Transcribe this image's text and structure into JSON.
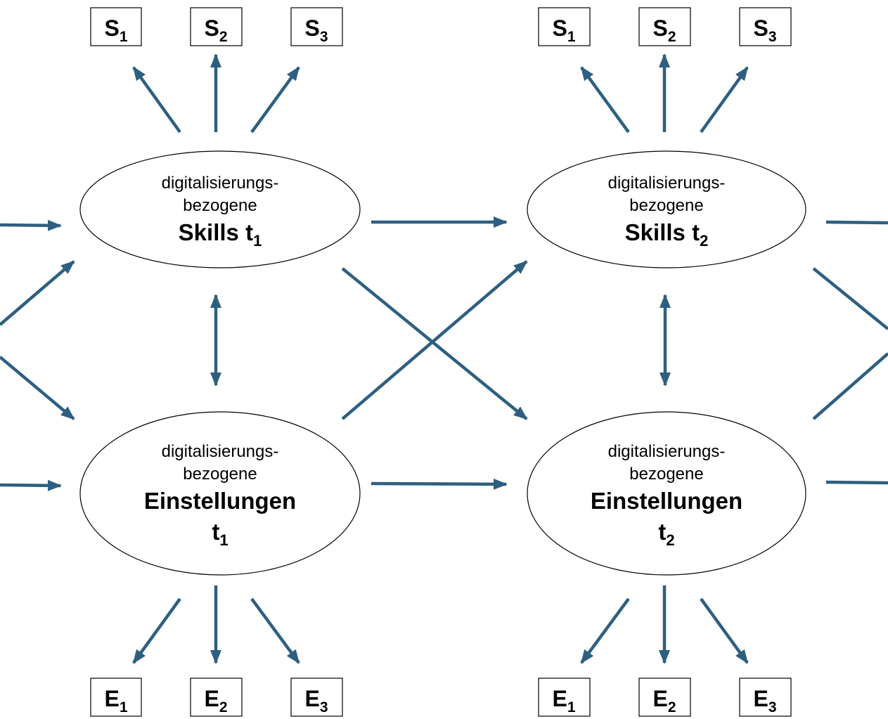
{
  "diagram": {
    "arrow_color": "#2e5f80",
    "latent": [
      {
        "id": "skills-t1",
        "line1": "digitalisierungs-",
        "line2": "bezogene",
        "main": "Skills t",
        "main_sub": "1",
        "second": "",
        "second_sub": ""
      },
      {
        "id": "skills-t2",
        "line1": "digitalisierungs-",
        "line2": "bezogene",
        "main": "Skills t",
        "main_sub": "2",
        "second": "",
        "second_sub": ""
      },
      {
        "id": "einstellungen-t1",
        "line1": "digitalisierungs-",
        "line2": "bezogene",
        "main": "Einstellungen",
        "main_sub": "",
        "second": "t",
        "second_sub": "1"
      },
      {
        "id": "einstellungen-t2",
        "line1": "digitalisierungs-",
        "line2": "bezogene",
        "main": "Einstellungen",
        "main_sub": "",
        "second": "t",
        "second_sub": "2"
      }
    ],
    "indicators": [
      {
        "id": "s1-t1",
        "letter": "S",
        "sub": "1"
      },
      {
        "id": "s2-t1",
        "letter": "S",
        "sub": "2"
      },
      {
        "id": "s3-t1",
        "letter": "S",
        "sub": "3"
      },
      {
        "id": "s1-t2",
        "letter": "S",
        "sub": "1"
      },
      {
        "id": "s2-t2",
        "letter": "S",
        "sub": "2"
      },
      {
        "id": "s3-t2",
        "letter": "S",
        "sub": "3"
      },
      {
        "id": "e1-t1",
        "letter": "E",
        "sub": "1"
      },
      {
        "id": "e2-t1",
        "letter": "E",
        "sub": "2"
      },
      {
        "id": "e3-t1",
        "letter": "E",
        "sub": "3"
      },
      {
        "id": "e1-t2",
        "letter": "E",
        "sub": "1"
      },
      {
        "id": "e2-t2",
        "letter": "E",
        "sub": "2"
      },
      {
        "id": "e3-t2",
        "letter": "E",
        "sub": "3"
      }
    ]
  }
}
